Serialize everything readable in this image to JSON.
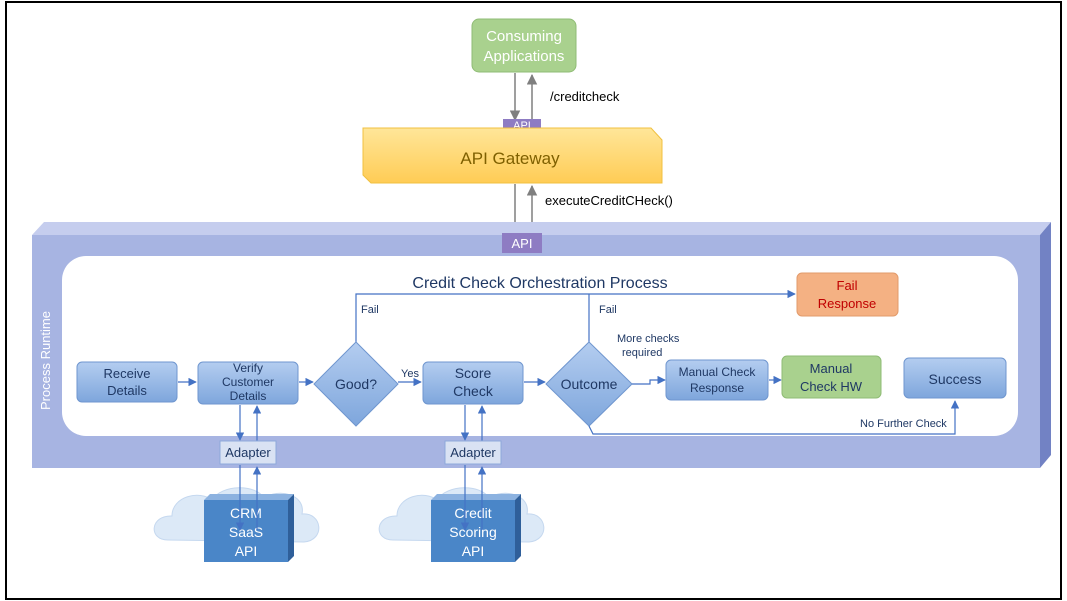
{
  "consumer": {
    "label_line1": "Consuming",
    "label_line2": "Applications"
  },
  "edges": {
    "consumer_gateway": "/creditcheck",
    "gateway_runtime": "executeCreditCHeck()",
    "good_fail": "Fail",
    "good_yes": "Yes",
    "outcome_fail": "Fail",
    "outcome_more_line1": "More checks",
    "outcome_more_line2": "required",
    "outcome_no_further": "No Further Check"
  },
  "gateway": {
    "api_tag": "API",
    "label": "API Gateway"
  },
  "runtime": {
    "api_tag": "API",
    "side_label": "Process Runtime",
    "title": "Credit Check Orchestration Process"
  },
  "steps": {
    "receive": {
      "line1": "Receive",
      "line2": "Details"
    },
    "verify": {
      "line1": "Verify",
      "line2": "Customer",
      "line3": "Details"
    },
    "good": {
      "label": "Good?"
    },
    "score": {
      "line1": "Score",
      "line2": "Check"
    },
    "outcome": {
      "label": "Outcome"
    },
    "manual_response": {
      "line1": "Manual Check",
      "line2": "Response"
    },
    "manual_hw": {
      "line1": "Manual",
      "line2": "Check HW"
    },
    "success": {
      "label": "Success"
    },
    "fail_response": {
      "line1": "Fail",
      "line2": "Response"
    }
  },
  "adapters": {
    "crm": "Adapter",
    "scoring": "Adapter"
  },
  "external": {
    "crm": {
      "line1": "CRM",
      "line2": "SaaS",
      "line3": "API"
    },
    "scoring": {
      "line1": "Credit",
      "line2": "Scoring",
      "line3": "API"
    }
  },
  "colors": {
    "consumer_fill": "#a9d18e",
    "gateway_fill": "#ffd966",
    "runtime_fill": "#9aa8dc",
    "step_fill": "#8fb4e3",
    "tag_fill": "#8e7cc3",
    "fail_fill": "#f4b183",
    "fail_text": "#c00000",
    "hw_fill": "#a9d18e",
    "cloud_fill": "#dce9f7",
    "ext_fill": "#4a86c8",
    "arrow": "#4472c4"
  }
}
